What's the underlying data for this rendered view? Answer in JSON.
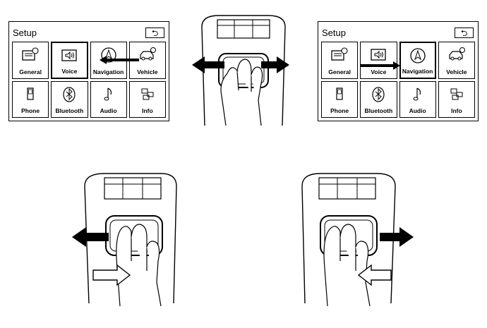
{
  "left_screen": {
    "title": "Setup",
    "back_icon": "back-arrow-icon",
    "selected": "Voice",
    "arrow": "left",
    "tiles": [
      {
        "label": "General",
        "icon": "general-icon"
      },
      {
        "label": "Voice",
        "icon": "voice-icon"
      },
      {
        "label": "Navigation",
        "icon": "navigation-icon"
      },
      {
        "label": "Vehicle",
        "icon": "vehicle-icon"
      },
      {
        "label": "Phone",
        "icon": "phone-icon"
      },
      {
        "label": "Bluetooth",
        "icon": "bluetooth-icon"
      },
      {
        "label": "Audio",
        "icon": "audio-icon"
      },
      {
        "label": "Info",
        "icon": "info-icon"
      }
    ]
  },
  "right_screen": {
    "title": "Setup",
    "back_icon": "back-arrow-icon",
    "selected": "Navigation",
    "arrow": "right",
    "tiles": [
      {
        "label": "General",
        "icon": "general-icon"
      },
      {
        "label": "Voice",
        "icon": "voice-icon"
      },
      {
        "label": "Navigation",
        "icon": "navigation-icon"
      },
      {
        "label": "Vehicle",
        "icon": "vehicle-icon"
      },
      {
        "label": "Phone",
        "icon": "phone-icon"
      },
      {
        "label": "Bluetooth",
        "icon": "bluetooth-icon"
      },
      {
        "label": "Audio",
        "icon": "audio-icon"
      },
      {
        "label": "Info",
        "icon": "info-icon"
      }
    ]
  },
  "illustrations": [
    {
      "name": "two-finger-swipe-both",
      "direction": "left-and-right"
    },
    {
      "name": "swipe-left",
      "direction": "left"
    },
    {
      "name": "swipe-right",
      "direction": "right"
    }
  ]
}
